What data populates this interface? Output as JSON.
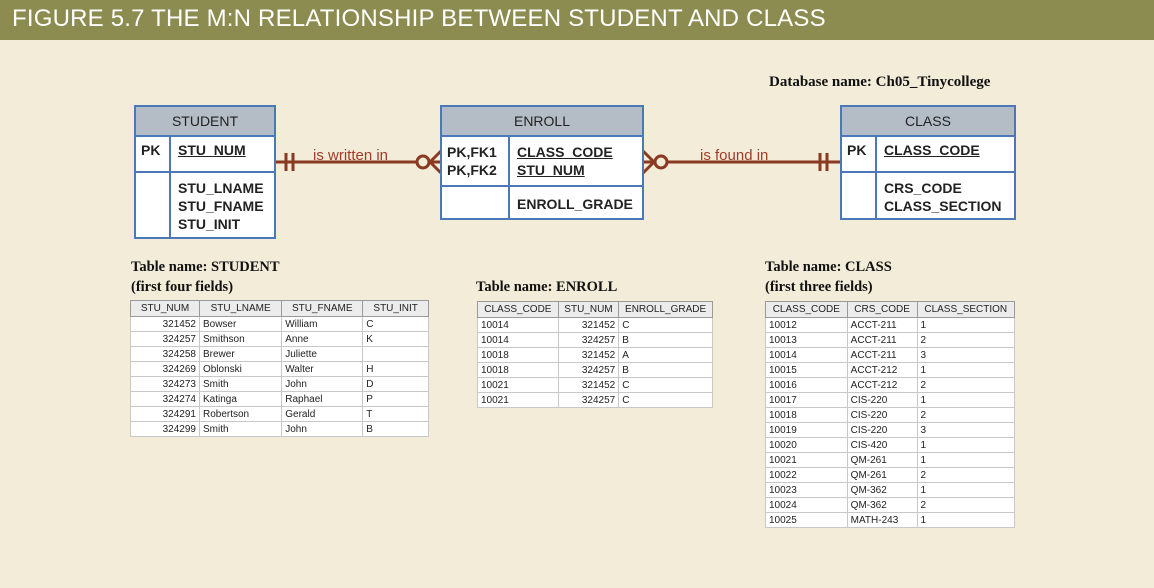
{
  "figure_title": "FIGURE 5.7  THE M:N RELATIONSHIP BETWEEN STUDENT AND CLASS",
  "database_name": "Database name: Ch05_Tinycollege",
  "colors": {
    "header": "#8c8c50",
    "background": "#f2ecd9",
    "entity_border": "#4a78b8",
    "relationship_line": "#8b3a22"
  },
  "erd": {
    "student": {
      "title": "STUDENT",
      "pk_label": "PK",
      "pk_attr": "STU_NUM",
      "attrs": [
        "STU_LNAME",
        "STU_FNAME",
        "STU_INIT"
      ]
    },
    "enroll": {
      "title": "ENROLL",
      "key_labels": [
        "PK,FK1",
        "PK,FK2"
      ],
      "key_attrs": [
        "CLASS_CODE",
        "STU_NUM"
      ],
      "attrs": [
        "ENROLL_GRADE"
      ]
    },
    "class": {
      "title": "CLASS",
      "pk_label": "PK",
      "pk_attr": "CLASS_CODE",
      "attrs": [
        "CRS_CODE",
        "CLASS_SECTION"
      ]
    },
    "relationships": {
      "student_enroll": "is written in",
      "enroll_class": "is found in"
    }
  },
  "tables": {
    "student": {
      "name": "Table name: STUDENT",
      "subtitle": "(first four fields)",
      "headers": [
        "STU_NUM",
        "STU_LNAME",
        "STU_FNAME",
        "STU_INIT"
      ],
      "rows": [
        [
          "321452",
          "Bowser",
          "William",
          "C"
        ],
        [
          "324257",
          "Smithson",
          "Anne",
          "K"
        ],
        [
          "324258",
          "Brewer",
          "Juliette",
          ""
        ],
        [
          "324269",
          "Oblonski",
          "Walter",
          "H"
        ],
        [
          "324273",
          "Smith",
          "John",
          "D"
        ],
        [
          "324274",
          "Katinga",
          "Raphael",
          "P"
        ],
        [
          "324291",
          "Robertson",
          "Gerald",
          "T"
        ],
        [
          "324299",
          "Smith",
          "John",
          "B"
        ]
      ]
    },
    "enroll": {
      "name": "Table name: ENROLL",
      "headers": [
        "CLASS_CODE",
        "STU_NUM",
        "ENROLL_GRADE"
      ],
      "rows": [
        [
          "10014",
          "321452",
          "C"
        ],
        [
          "10014",
          "324257",
          "B"
        ],
        [
          "10018",
          "321452",
          "A"
        ],
        [
          "10018",
          "324257",
          "B"
        ],
        [
          "10021",
          "321452",
          "C"
        ],
        [
          "10021",
          "324257",
          "C"
        ]
      ]
    },
    "class": {
      "name": "Table name: CLASS",
      "subtitle": "(first three fields)",
      "headers": [
        "CLASS_CODE",
        "CRS_CODE",
        "CLASS_SECTION"
      ],
      "rows": [
        [
          "10012",
          "ACCT-211",
          "1"
        ],
        [
          "10013",
          "ACCT-211",
          "2"
        ],
        [
          "10014",
          "ACCT-211",
          "3"
        ],
        [
          "10015",
          "ACCT-212",
          "1"
        ],
        [
          "10016",
          "ACCT-212",
          "2"
        ],
        [
          "10017",
          "CIS-220",
          "1"
        ],
        [
          "10018",
          "CIS-220",
          "2"
        ],
        [
          "10019",
          "CIS-220",
          "3"
        ],
        [
          "10020",
          "CIS-420",
          "1"
        ],
        [
          "10021",
          "QM-261",
          "1"
        ],
        [
          "10022",
          "QM-261",
          "2"
        ],
        [
          "10023",
          "QM-362",
          "1"
        ],
        [
          "10024",
          "QM-362",
          "2"
        ],
        [
          "10025",
          "MATH-243",
          "1"
        ]
      ]
    }
  }
}
